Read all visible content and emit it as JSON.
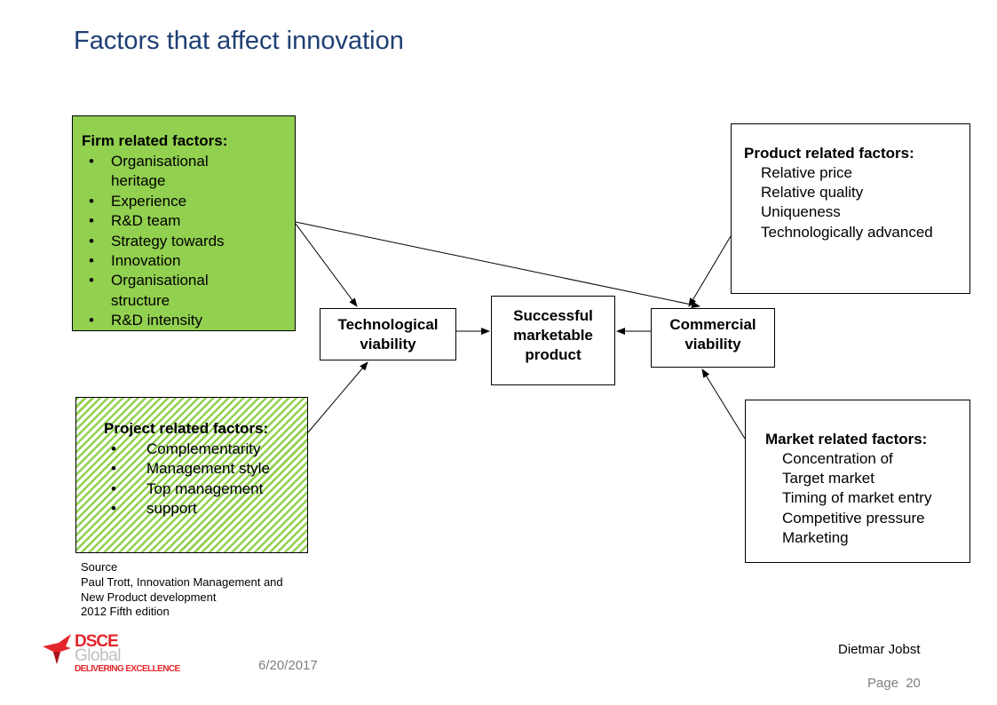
{
  "slide": {
    "title": "Factors that affect innovation"
  },
  "firm": {
    "heading": "Firm related factors:",
    "items": [
      "Organisational heritage",
      "Experience",
      "R&D team",
      "Strategy towards",
      "Innovation",
      "Organisational structure",
      "R&D intensity"
    ],
    "fill_color": "#92d050"
  },
  "project": {
    "heading": "Project related factors:",
    "items": [
      "Complementarity",
      "Management style",
      "Top management",
      "support"
    ],
    "fill_pattern": "diagonal green hatching",
    "fill_color": "#92d050"
  },
  "product": {
    "heading": "Product  related factors:",
    "items": [
      "Relative price",
      "Relative quality",
      "Uniqueness",
      "Technologically advanced"
    ]
  },
  "market": {
    "heading": "Market related factors:",
    "items": [
      "Concentration of",
      "Target market",
      "Timing of market entry",
      "Competitive pressure",
      "Marketing"
    ]
  },
  "nodes": {
    "technological": "Technological\nviability",
    "successful": "Successful\nmarketable\nproduct",
    "commercial": "Commercial\nviability"
  },
  "source": {
    "lines": [
      "Source",
      "Paul Trott, Innovation Management and",
      "New Product development",
      "2012 Fifth edition"
    ]
  },
  "footer": {
    "date": "6/20/2017",
    "author": "Dietmar Jobst",
    "page_label": "Page",
    "page_number": "20"
  },
  "logo": {
    "line1": "DSCE",
    "line2": "Global",
    "line3": "DELIVERING EXCELLENCE",
    "brand_color": "#e3262a",
    "icon": "red-bird-logo-icon"
  },
  "colors": {
    "title": "#1f3f73",
    "footer_text": "#7f7f7f"
  }
}
